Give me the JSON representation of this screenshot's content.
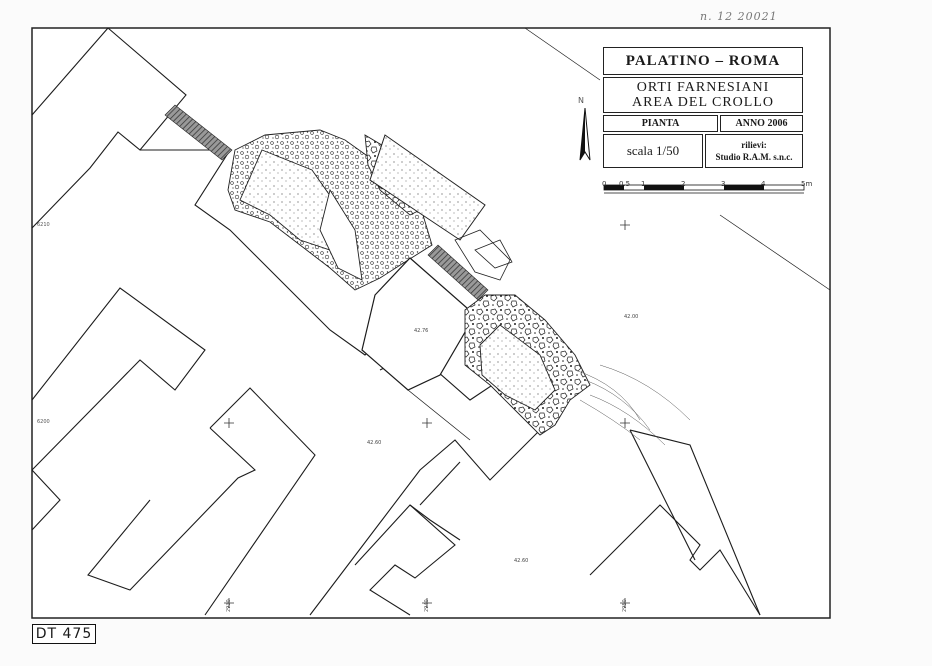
{
  "archive_note": "n. 12   20021",
  "title_block": {
    "site": "PALATINO  –  ROMA",
    "subject_line1": "ORTI FARNESIANI",
    "subject_line2": "AREA DEL CROLLO",
    "drawing_type": "PIANTA",
    "year": "ANNO 2006",
    "scale": "scala 1/50",
    "survey_label": "rilievi:",
    "surveyor": "Studio R.A.M. s.n.c."
  },
  "north_label": "N",
  "scale_bar": {
    "labels": [
      "0",
      "0.5",
      "1",
      "2",
      "3",
      "4",
      "5m"
    ]
  },
  "elevations": [
    "42.76",
    "42.00",
    "42.60",
    "42.60"
  ],
  "grid_labels": {
    "left": [
      "6210",
      "6200"
    ],
    "bottom": [
      "2930",
      "2940",
      "2950"
    ]
  },
  "sheet_id": "DT 475",
  "colors": {
    "line": "#1c1c1c",
    "hatch": "#3a3a3a",
    "paper": "#ffffff"
  }
}
